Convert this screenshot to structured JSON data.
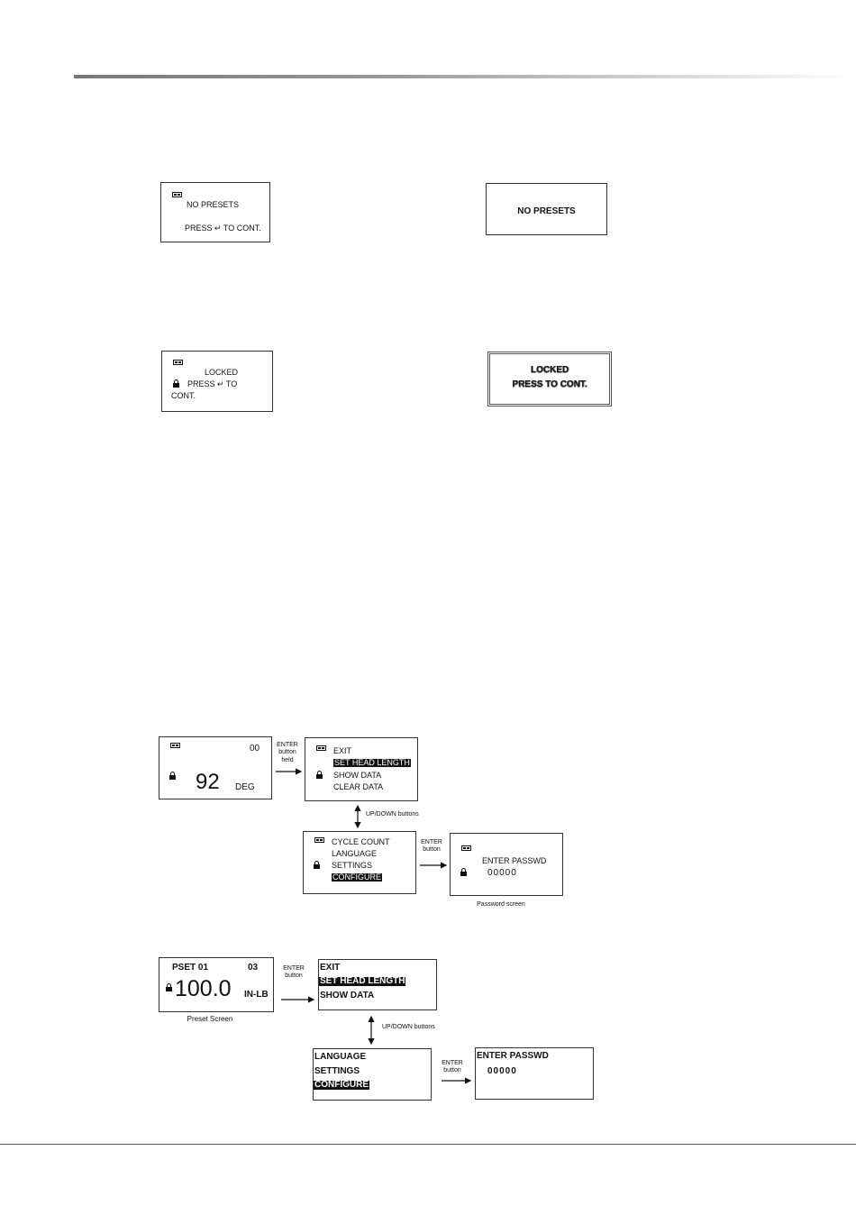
{
  "screens": {
    "no_presets_a": {
      "line1": "NO PRESETS",
      "line2": "PRESS ↵ TO CONT."
    },
    "no_presets_b": {
      "text": "NO PRESETS"
    },
    "locked_a": {
      "line1": "LOCKED",
      "line2": "PRESS ↵ TO",
      "line3": "CONT."
    },
    "locked_b": {
      "line1": "LOCKED",
      "line2": "PRESS   TO CONT."
    },
    "angle_main": {
      "count": "00",
      "value": "92",
      "unit": "DEG"
    },
    "menu1_a": {
      "items": [
        "EXIT",
        "SET HEAD LENGTH",
        "SHOW DATA",
        "CLEAR DATA"
      ],
      "selected": 1
    },
    "menu2_a": {
      "items": [
        "CYCLE COUNT",
        "LANGUAGE",
        "SETTINGS",
        "CONFIGURE"
      ],
      "selected": 3
    },
    "passwd_a": {
      "title": "ENTER PASSWD",
      "value": "00000",
      "caption": "Password screen"
    },
    "preset_main": {
      "pset": "PSET 01",
      "count": "03",
      "value": "100.0",
      "unit": "IN-LB",
      "caption": "Preset  Screen"
    },
    "menu1_b": {
      "items": [
        "EXIT",
        "SET HEAD LENGTH",
        "SHOW DATA"
      ],
      "selected": 1
    },
    "menu2_b": {
      "items": [
        "LANGUAGE",
        "SETTINGS",
        "CONFIGURE"
      ],
      "selected": 2
    },
    "passwd_b": {
      "title": "ENTER PASSWD",
      "value": "00000"
    }
  },
  "labels": {
    "enter_held": [
      "ENTER",
      "button",
      "held"
    ],
    "updown_a": "UP/DOWN buttons",
    "enter_a": [
      "ENTER",
      "button"
    ],
    "enter_b1": [
      "ENTER",
      "button"
    ],
    "updown_b": "UP/DOWN buttons",
    "enter_b2": [
      "ENTER",
      "button"
    ]
  }
}
